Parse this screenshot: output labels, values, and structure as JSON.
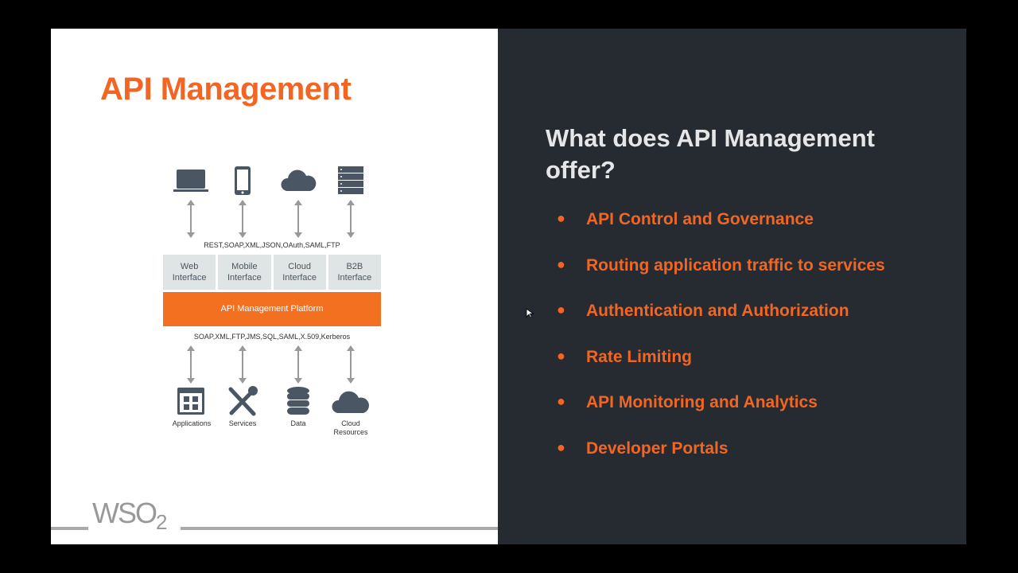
{
  "left": {
    "title": "API Management",
    "top_protocols": "REST,SOAP,XML,JSON,OAuth,SAML,FTP",
    "top_icons": [
      "laptop-icon",
      "mobile-phone-icon",
      "cloud-icon",
      "server-icon"
    ],
    "interfaces": [
      {
        "l1": "Web",
        "l2": "Interface"
      },
      {
        "l1": "Mobile",
        "l2": "Interface"
      },
      {
        "l1": "Cloud",
        "l2": "Interface"
      },
      {
        "l1": "B2B",
        "l2": "Interface"
      }
    ],
    "platform": "API Management Platform",
    "bottom_protocols": "SOAP,XML,FTP,JMS,SQL,SAML,X.509,Kerberos",
    "bottom": [
      {
        "l1": "Applications",
        "l2": ""
      },
      {
        "l1": "Services",
        "l2": ""
      },
      {
        "l1": "Data",
        "l2": ""
      },
      {
        "l1": "Cloud",
        "l2": "Resources"
      }
    ],
    "logo": "WSO2"
  },
  "right": {
    "heading": "What does API Management offer?",
    "bullet_char": "●",
    "items": [
      "API Control and Governance",
      "Routing application traffic to services",
      "Authentication and Authorization",
      "Rate Limiting",
      "API Monitoring and Analytics",
      "Developer Portals"
    ]
  },
  "colors": {
    "orange": "#f26522",
    "dark": "#262b32",
    "icon": "#4a5663"
  }
}
